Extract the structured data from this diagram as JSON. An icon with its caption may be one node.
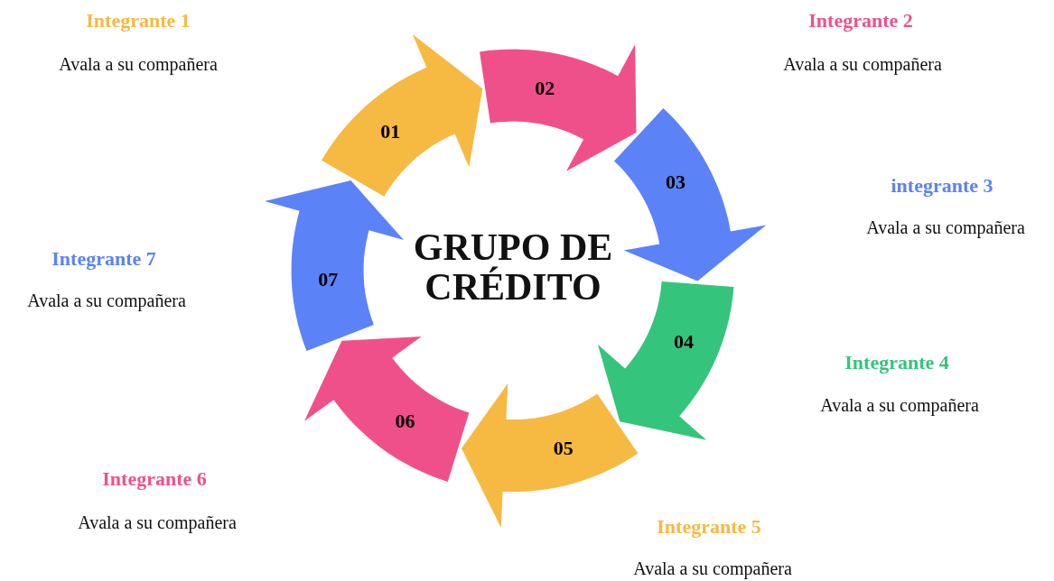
{
  "diagram": {
    "nodes": [
      {
        "text": [
          "GRUPO DE CRÉDITO"
        ]
      },
      {
        "text": [
          "01"
        ],
        "beside": [
          "Integrante 1",
          "Avala a su compañera"
        ]
      },
      {
        "text": [
          "02"
        ],
        "beside": [
          "Integrante 2",
          "Avala a su compañera"
        ]
      },
      {
        "text": [
          "03"
        ],
        "beside": [
          "integrante 3",
          "Avala a su compañera"
        ]
      },
      {
        "text": [
          "04"
        ],
        "beside": [
          "Integrante 4",
          "Avala a su compañera"
        ]
      },
      {
        "text": [
          "05"
        ],
        "beside": [
          "Integrante 5",
          "Avala a su compañera"
        ]
      },
      {
        "text": [
          "06"
        ],
        "beside": [
          "Integrante 6",
          "Avala a su compañera"
        ]
      },
      {
        "text": [
          "07"
        ],
        "beside": [
          "Integrante 7",
          "Avala a su compañera"
        ]
      }
    ]
  }
}
